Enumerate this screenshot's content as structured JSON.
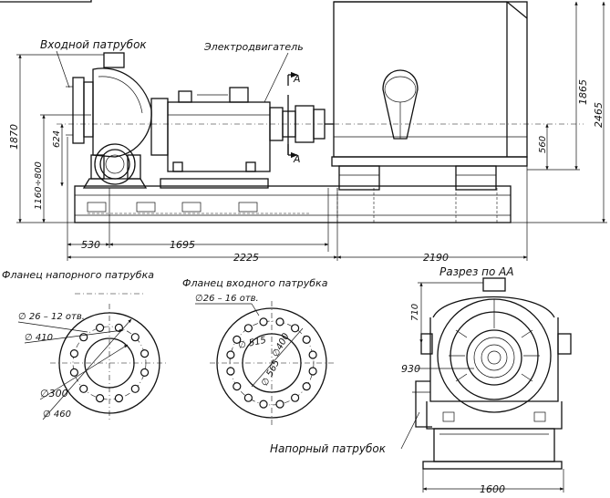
{
  "labels": {
    "inlet_pipe": "Входной патрубок",
    "motor": "Электродвигатель",
    "section_mark_a_top": "А",
    "section_mark_a_bottom": "А",
    "outlet_flange": "Фланец напорного патрубка",
    "inlet_flange": "Фланец входного патрубка",
    "section_aa": "Разрез по АА",
    "outlet_pipe": "Напорный патрубок"
  },
  "dimensions": {
    "h_1870": "1870",
    "h_1160_800": "1160÷800",
    "h_624": "624",
    "h_1865": "1865",
    "h_2465": "2465",
    "h_560": "560",
    "l_530": "530",
    "l_1695": "1695",
    "l_2225": "2225",
    "l_2190": "2190",
    "outlet_holes": "∅ 26 – 12 отв.",
    "outlet_d410": "∅ 410",
    "outlet_d300": "∅300",
    "outlet_d460": "∅ 460",
    "inlet_holes": "∅26 – 16 отв.",
    "inlet_d515": "∅ 515",
    "inlet_d400": "∅400",
    "inlet_d565": "∅ 565",
    "sec_710": "710",
    "sec_930": "930",
    "sec_1600": "1600"
  }
}
